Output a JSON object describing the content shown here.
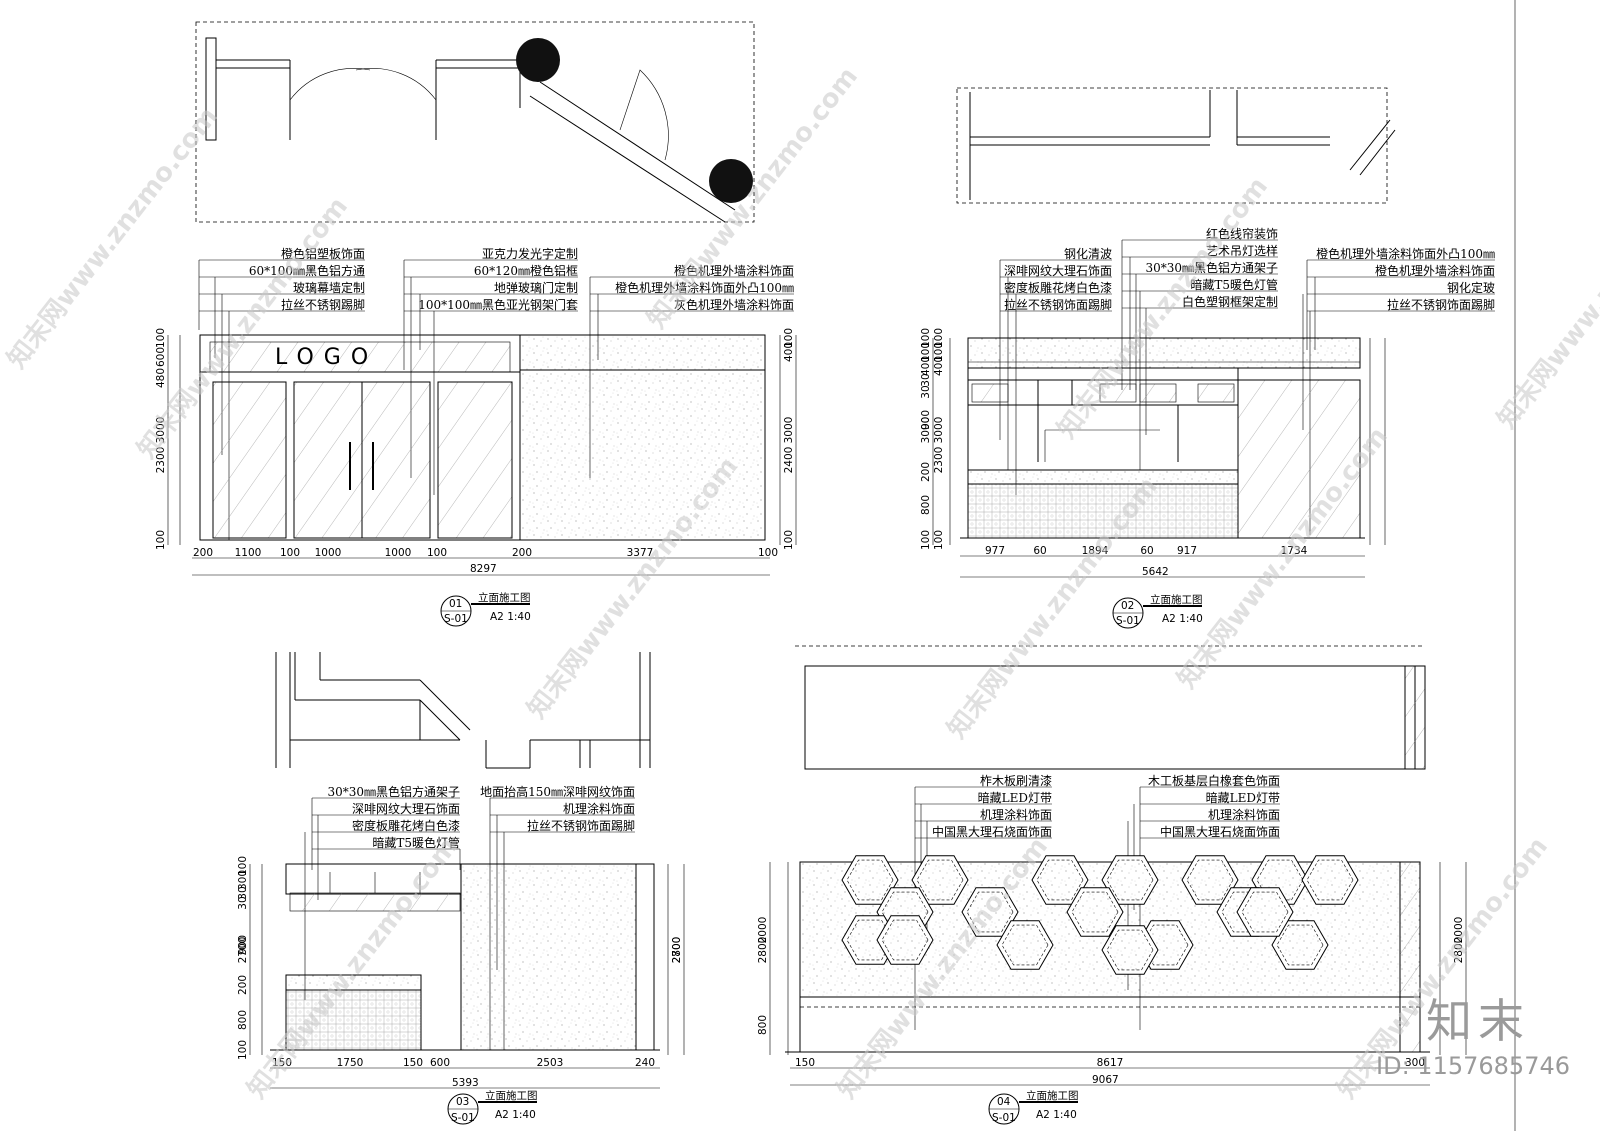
{
  "drawing_1": {
    "logo": "LOGO",
    "notes_left": [
      "橙色铝塑板饰面",
      "60*100㎜黑色铝方通",
      "玻璃幕墙定制",
      "拉丝不锈钢踢脚"
    ],
    "notes_mid": [
      "亚克力发光字定制",
      "60*120㎜橙色铝框",
      "地弹玻璃门定制",
      "100*100㎜黑色亚光钢架门套"
    ],
    "notes_right": [
      "橙色机理外墙涂料饰面",
      "橙色机理外墙涂料饰面外凸100㎜",
      "灰色机理外墙涂料饰面"
    ],
    "dims_bottom": [
      "200",
      "1100",
      "100",
      "1000",
      "1000",
      "100",
      "200",
      "3377",
      "100"
    ],
    "total": "8297",
    "dims_left": [
      "100",
      "600",
      "480",
      "3000",
      "2300",
      "100"
    ],
    "dims_right": [
      "100",
      "400",
      "3000",
      "2400",
      "100"
    ],
    "title": "立面施工图",
    "num": "01",
    "sheet": "S-01",
    "scale": "A2 1:40"
  },
  "drawing_2": {
    "notes_left": [
      "钢化清波",
      "深啡网纹大理石饰面",
      "密度板雕花烤白色漆",
      "拉丝不锈钢饰面踢脚"
    ],
    "notes_mid": [
      "红色线帘装饰",
      "艺术吊灯选样",
      "30*30㎜黑色铝方通架子",
      "暗藏T5暖色灯管",
      "白色塑钢框架定制"
    ],
    "notes_right": [
      "橙色机理外墙涂料饰面外凸100㎜",
      "橙色机理外墙涂料饰面",
      "钢化定玻",
      "拉丝不锈钢饰面踢脚"
    ],
    "dims_bottom": [
      "977",
      "60",
      "1894",
      "60",
      "917",
      "1734"
    ],
    "total": "5642",
    "dims_left": [
      "100",
      "100",
      "400",
      "30",
      "30",
      "3000",
      "900",
      "200",
      "800",
      "100"
    ],
    "dims_right": [
      "100",
      "100",
      "400",
      "3000",
      "2300",
      "100"
    ],
    "title": "立面施工图",
    "num": "02",
    "sheet": "S-01",
    "scale": "A2 1:40"
  },
  "drawing_3": {
    "notes_left": [
      "30*30㎜黑色铝方通架子",
      "深啡网纹大理石饰面",
      "密度板雕花烤白色漆",
      "暗藏T5暖色灯管"
    ],
    "notes_right": [
      "地面抬高150㎜深啡网纹饰面",
      "机理涂料饰面",
      "拉丝不锈钢饰面踢脚"
    ],
    "dims_bottom": [
      "150",
      "1750",
      "150",
      "600",
      "2503",
      "240"
    ],
    "total": "5393",
    "dims_left": [
      "100",
      "300",
      "30",
      "30",
      "2700",
      "900",
      "200",
      "800",
      "100"
    ],
    "dims_right": [
      "2700",
      "2800"
    ],
    "title": "立面施工图",
    "num": "03",
    "sheet": "S-01",
    "scale": "A2 1:40"
  },
  "drawing_4": {
    "notes_left": [
      "柞木板刷清漆",
      "暗藏LED灯带",
      "机理涂料饰面",
      "中国黑大理石烧面饰面"
    ],
    "notes_right": [
      "木工板基层白橡套色饰面",
      "暗藏LED灯带",
      "机理涂料饰面",
      "中国黑大理石烧面饰面"
    ],
    "dims_bottom": [
      "150",
      "8617",
      "300"
    ],
    "total": "9067",
    "dims_left": [
      "2800",
      "2000",
      "800"
    ],
    "dims_right": [
      "2000",
      "2800"
    ],
    "title": "立面施工图",
    "num": "04",
    "sheet": "S-01",
    "scale": "A2 1:40"
  },
  "watermark": "知末网www.znzmo.com",
  "brand": "知末",
  "image_id": "ID: 1157685746"
}
